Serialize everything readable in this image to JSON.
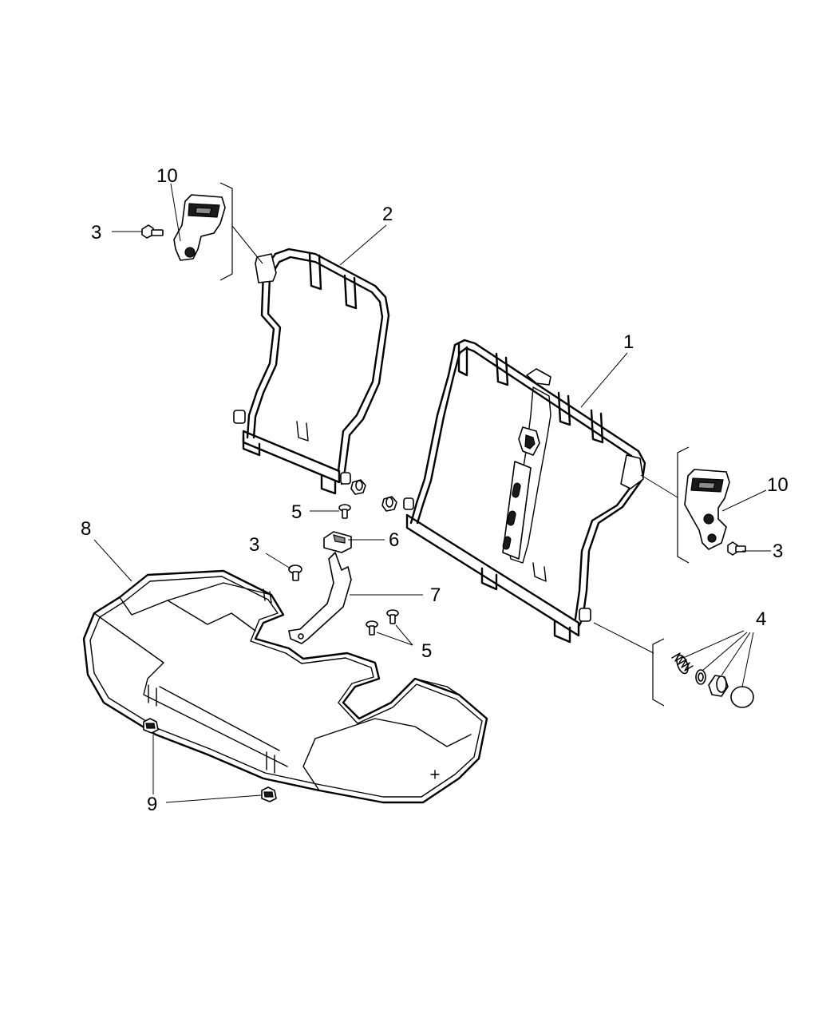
{
  "callouts": {
    "c1": "1",
    "c2": "2",
    "c3a": "3",
    "c3b": "3",
    "c3c": "3",
    "c4": "4",
    "c5a": "5",
    "c5b": "5",
    "c6": "6",
    "c7": "7",
    "c8": "8",
    "c9": "9",
    "c10a": "10",
    "c10b": "10"
  }
}
